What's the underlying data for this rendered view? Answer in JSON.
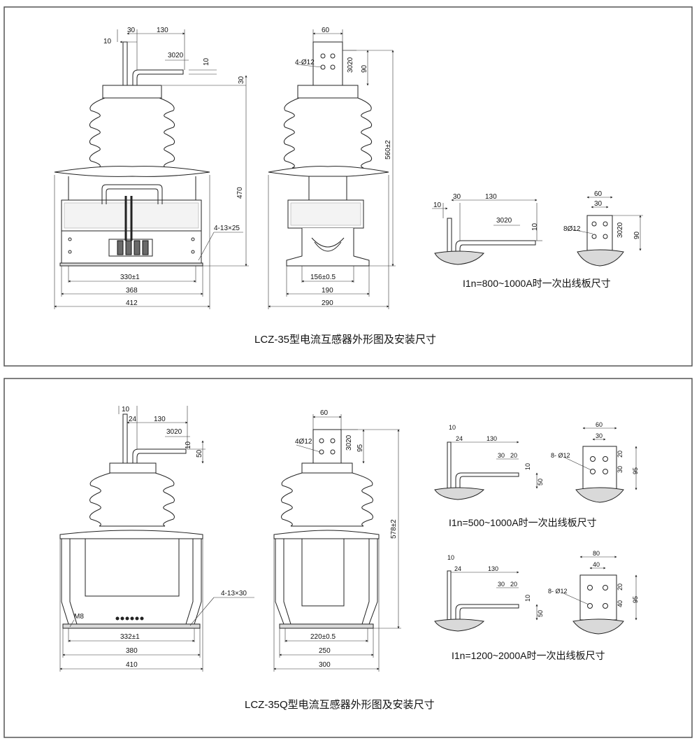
{
  "panel1": {
    "caption": "LCZ-35型电流互感器外形图及安装尺寸",
    "side_dims": {
      "d10": "10",
      "d30": "30",
      "d130": "130",
      "d3020": "3020",
      "d10b": "10",
      "d30b": "30",
      "h470": "470",
      "hole": "4-13×25",
      "w330": "330±1",
      "w368": "368",
      "w412": "412"
    },
    "front_dims": {
      "d60": "60",
      "hole": "4-Ø12",
      "d3020": "3020",
      "d90": "90",
      "h560": "560±2",
      "w156": "156±0.5",
      "w190": "190",
      "w290": "290"
    },
    "terminal_side": {
      "d10": "10",
      "d30": "30",
      "d130": "130",
      "d3020": "3020",
      "d10b": "10"
    },
    "terminal_front": {
      "d60": "60",
      "d30": "30",
      "hole": "8Ø12",
      "d3020": "3020",
      "d90": "90"
    },
    "terminal_caption": "I1n=800~1000A时一次出线板尺寸"
  },
  "panel2": {
    "caption": "LCZ-35Q型电流互感器外形图及安装尺寸",
    "side_dims": {
      "d10": "10",
      "d24": "24",
      "d130": "130",
      "d3020": "3020",
      "d10b": "10",
      "d50": "50",
      "hole": "4-13×30",
      "m8": "M8",
      "w332": "332±1",
      "w380": "380",
      "w410": "410"
    },
    "front_dims": {
      "d60": "60",
      "hole": "4Ø12",
      "d3020": "3020",
      "d95": "95",
      "h578": "578±2",
      "w220": "220±0.5",
      "w250": "250",
      "w300": "300"
    },
    "terminal_a": {
      "d10": "10",
      "d24": "24",
      "d130": "130",
      "d30": "30",
      "d20": "20",
      "d10b": "10",
      "d50": "50",
      "f60": "60",
      "f30": "30",
      "hole": "8- Ø12",
      "f30b": "30",
      "f20": "20",
      "f95": "95",
      "caption": "I1n=500~1000A时一次出线板尺寸"
    },
    "terminal_b": {
      "d10": "10",
      "d24": "24",
      "d130": "130",
      "d30": "30",
      "d20": "20",
      "d10b": "10",
      "d50": "50",
      "f80": "80",
      "f40": "40",
      "hole": "8- Ø12",
      "f40b": "40",
      "f20": "20",
      "f95": "95",
      "caption": "I1n=1200~2000A时一次出线板尺寸"
    }
  }
}
